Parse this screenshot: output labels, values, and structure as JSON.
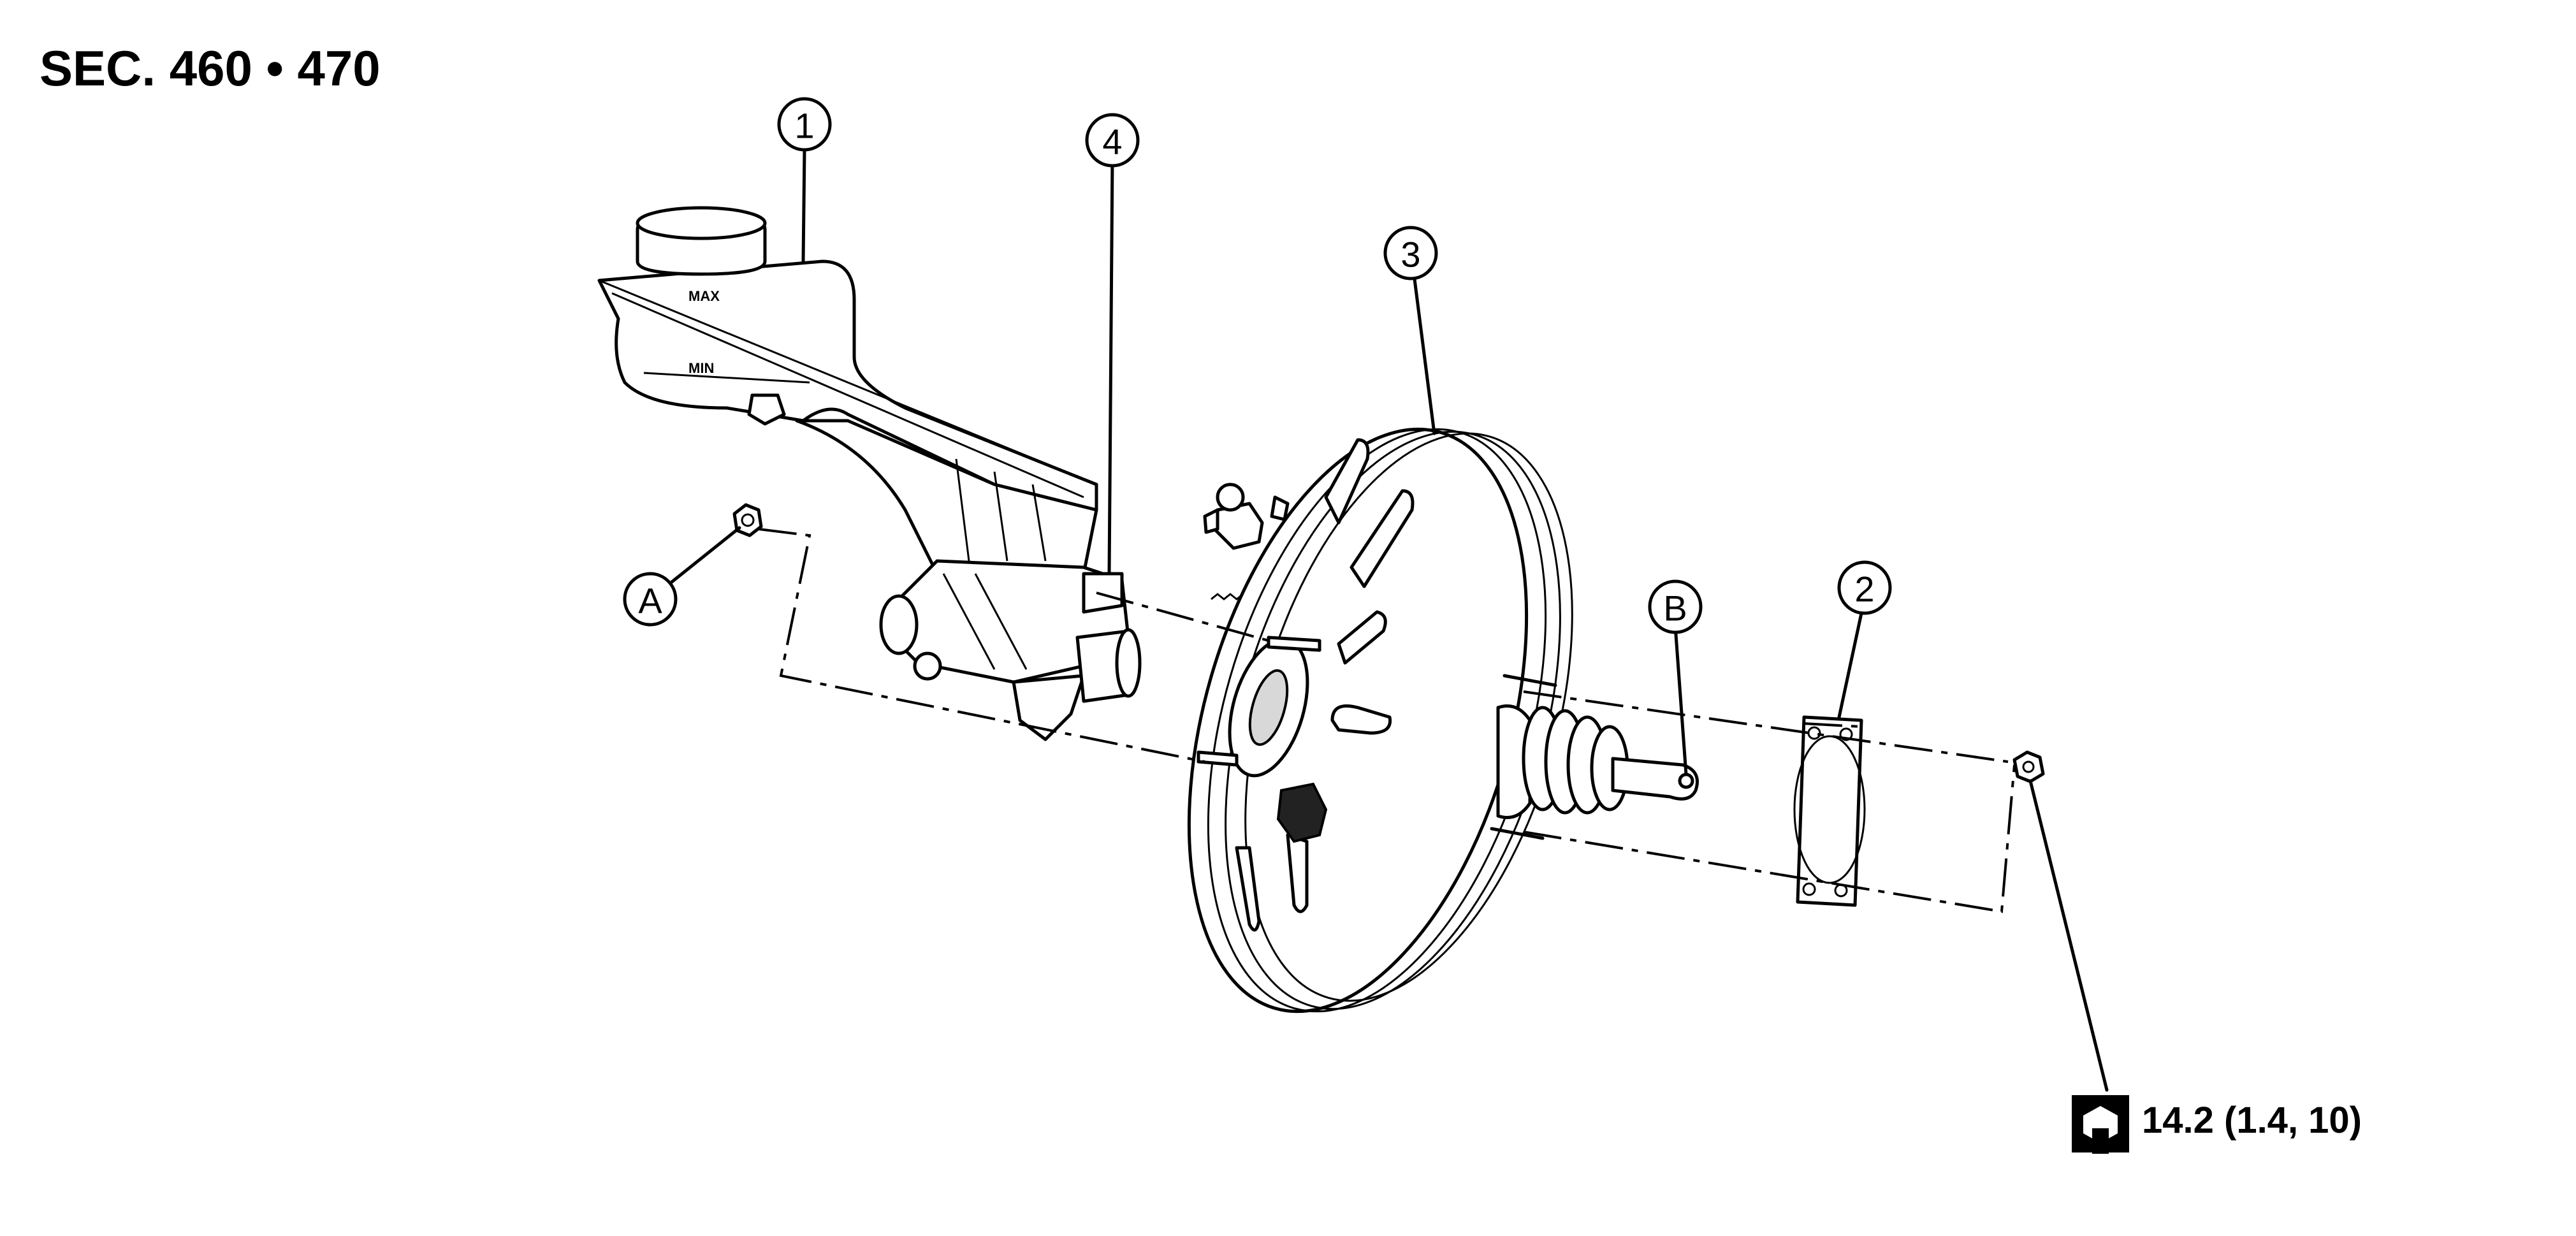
{
  "title": "SEC. 460 • 470",
  "callouts": {
    "c1": "1",
    "c2": "2",
    "c3": "3",
    "c4": "4",
    "cA": "A",
    "cB": "B"
  },
  "reservoir_labels": {
    "max": "MAX",
    "min": "MIN"
  },
  "torque": {
    "icon": "torque-wrench-icon",
    "value": "14.2 (1.4, 10)"
  }
}
